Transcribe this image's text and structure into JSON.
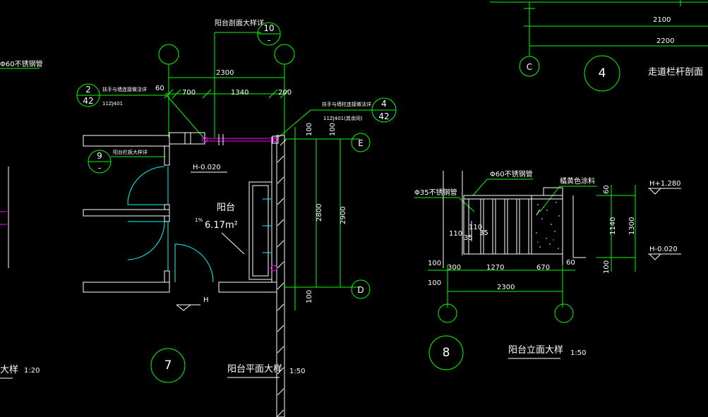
{
  "top_dims": {
    "d2100": "2100",
    "d2200": "2200"
  },
  "axes": {
    "C": "C",
    "E": "E",
    "D": "D"
  },
  "detail4": {
    "num": "4",
    "title": "走道栏杆剖面"
  },
  "left_fragments": {
    "rail_note": "Φ60不锈钢管",
    "scale_label": "大样",
    "scale": "1:20"
  },
  "plan": {
    "section_ref_title": "阳台剖面大样详",
    "section_ref_num": "10",
    "section_ref_sheet": "-",
    "dim_total": "2300",
    "dims": [
      "60",
      "700",
      "1340",
      "200"
    ],
    "ref2": {
      "num": "2",
      "sheet": "42",
      "atlas": "11ZJ401",
      "note": "扶手与墙连接做法详"
    },
    "ref4": {
      "num": "4",
      "sheet": "42",
      "atlas": "11ZJ401(其余同)",
      "note": "扶手与墙柱连接做法详"
    },
    "ref9": {
      "num": "9",
      "sheet": "-",
      "note": "阳台栏板大样详"
    },
    "elev_h": "H-0.020",
    "room": "阳台",
    "slope": "1%",
    "area": "6.17m²",
    "dims_right": [
      "100",
      "100",
      "2800",
      "2900",
      "100"
    ],
    "floor_h": "H",
    "num": "7",
    "title": "阳台平面大样",
    "scale": "1:50"
  },
  "elevation": {
    "notes": [
      "Φ60不锈钢管",
      "Φ35不锈钢管",
      "橘黄色涂料"
    ],
    "small_dims": [
      "110",
      "110",
      "35",
      "35"
    ],
    "dims_right": [
      "60",
      "1140",
      "1300",
      "100"
    ],
    "levels": [
      "H+1.280",
      "H-0.020"
    ],
    "dims_bottom": [
      "100",
      "300",
      "1270",
      "670",
      "60",
      "100",
      "2300"
    ],
    "num": "8",
    "title": "阳台立面大样",
    "scale": "1:50"
  }
}
